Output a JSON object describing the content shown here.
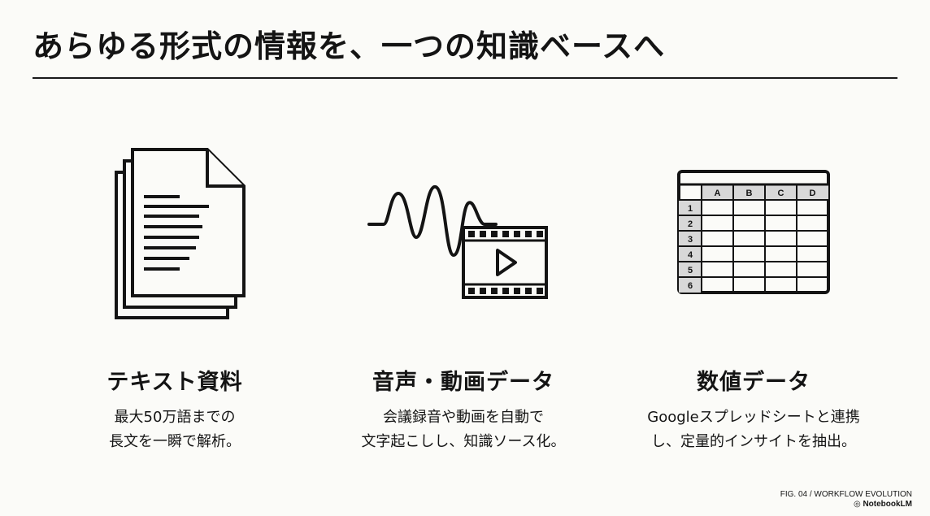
{
  "title": "あらゆる形式の情報を、一つの知識ベースへ",
  "columns": [
    {
      "icon": "document-stack-icon",
      "heading": "テキスト資料",
      "line1": "最大50万語までの",
      "line2": "長文を一瞬で解析。"
    },
    {
      "icon": "audio-video-icon",
      "heading": "音声・動画データ",
      "line1": "会議録音や動画を自動で",
      "line2": "文字起こしし、知識ソース化。"
    },
    {
      "icon": "spreadsheet-icon",
      "heading": "数値データ",
      "line1": "Googleスプレッドシートと連携",
      "line2": "し、定量的インサイトを抽出。"
    }
  ],
  "spreadsheet": {
    "col_headers": [
      "A",
      "B",
      "C",
      "D"
    ],
    "row_headers": [
      "1",
      "2",
      "3",
      "4",
      "5",
      "6"
    ]
  },
  "footer": {
    "caption": "FIG. 04 / WORKFLOW EVOLUTION",
    "brand": "NotebookLM"
  }
}
